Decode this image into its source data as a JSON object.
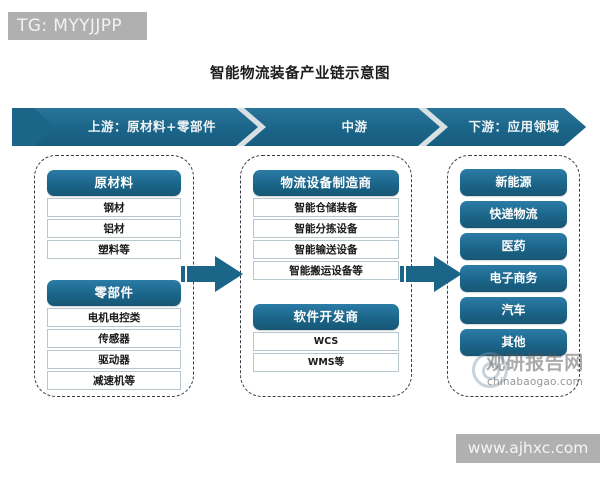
{
  "overlay": {
    "tag": "TG: MYYJJPP",
    "bottom_url": "www.ajhxc.com"
  },
  "title": "智能物流装备产业链示意图",
  "band": {
    "segments": [
      {
        "label": "上游：原材料+零部件"
      },
      {
        "label": "中游"
      },
      {
        "label": "下游：应用领域"
      }
    ],
    "color": "#1b6589",
    "separator_color": "#d6dde1"
  },
  "columns": {
    "upstream": {
      "groups": [
        {
          "header": "原材料",
          "items": [
            "钢材",
            "铝材",
            "塑料等"
          ]
        },
        {
          "header": "零部件",
          "items": [
            "电机电控类",
            "传感器",
            "驱动器",
            "减速机等"
          ]
        }
      ]
    },
    "midstream": {
      "groups": [
        {
          "header": "物流设备制造商",
          "items": [
            "智能仓储装备",
            "智能分拣设备",
            "智能输送设备",
            "智能搬运设备等"
          ]
        },
        {
          "header": "软件开发商",
          "items": [
            "WCS",
            "WMS等"
          ]
        }
      ]
    },
    "downstream": {
      "items": [
        "新能源",
        "快递物流",
        "医药",
        "电子商务",
        "汽车",
        "其他"
      ]
    }
  },
  "connectors": [
    {
      "name": "upstream-to-midstream-arrow"
    },
    {
      "name": "midstream-to-downstream-arrow"
    }
  ],
  "watermark": {
    "brand": "观研报告网",
    "domain": "chinabaogao.com"
  }
}
